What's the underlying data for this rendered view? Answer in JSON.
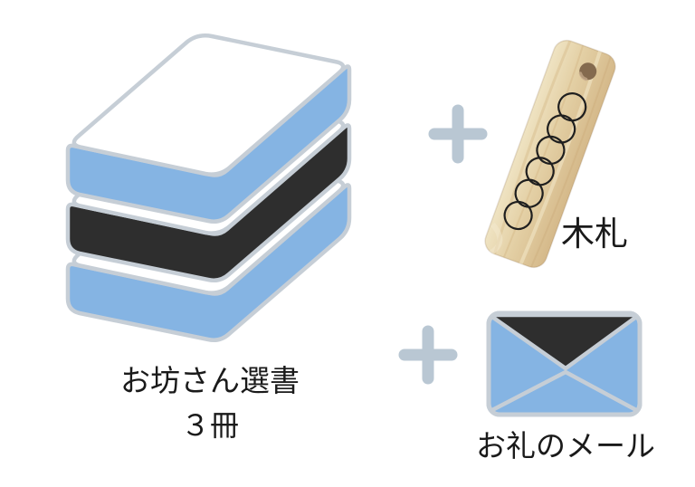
{
  "labels": {
    "books_line1": "お坊さん選書",
    "books_line2": "３冊",
    "tag": "木札",
    "mail": "お礼のメール"
  },
  "illustration": {
    "description": "bundle diagram: 3 selected books + wooden tag + thank-you email",
    "book_count": 3,
    "tag_circle_count": 6,
    "plus_sign_count": 2
  },
  "icons": {
    "book_stack": "book-stack-icon",
    "plus": "plus-icon",
    "wooden_tag": "wooden-tag-icon",
    "envelope": "envelope-icon"
  },
  "colors": {
    "book_blue": "#85b4e3",
    "book_dark": "#2e2e2e",
    "outline_gray": "#c6ced6",
    "plus_gray": "#b9c7d3",
    "wood_light": "#efe3c2",
    "wood_mid": "#e3cfa4",
    "wood_dark": "#d5b98a",
    "hole_brown": "#846a4e",
    "text_color": "#1a1a1a",
    "bg": "#ffffff"
  }
}
